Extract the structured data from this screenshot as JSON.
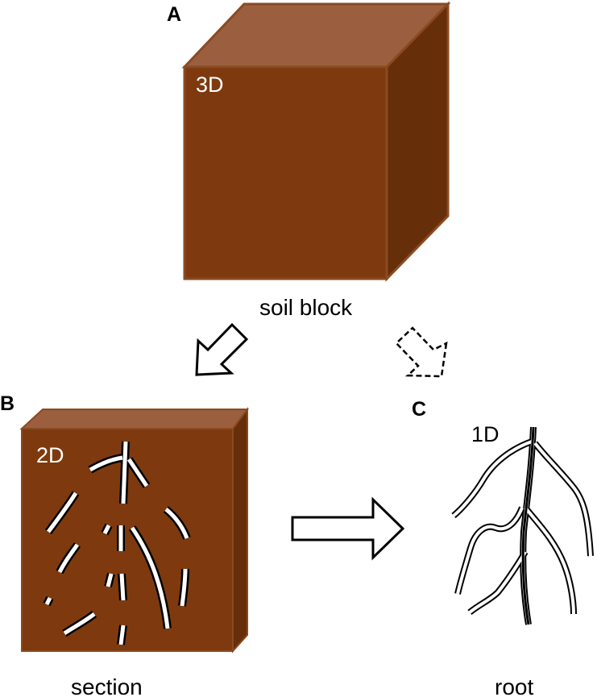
{
  "panels": {
    "a": {
      "letter": "A",
      "dimension": "3D",
      "caption": "soil block"
    },
    "b": {
      "letter": "B",
      "dimension": "2D",
      "caption": "section"
    },
    "c": {
      "letter": "C",
      "dimension": "1D",
      "caption": "root"
    }
  },
  "colors": {
    "soil_front": "#7e3a0e",
    "soil_top": "#9b5f3f",
    "soil_side": "#662f09",
    "soil_edge": "#8a4a22",
    "root_fill": "#ffffff",
    "root_outline": "#000000"
  },
  "arrows": {
    "a_to_b": "solid-outline-arrow",
    "a_to_c": "dashed-outline-arrow",
    "b_to_c": "solid-outline-arrow"
  }
}
